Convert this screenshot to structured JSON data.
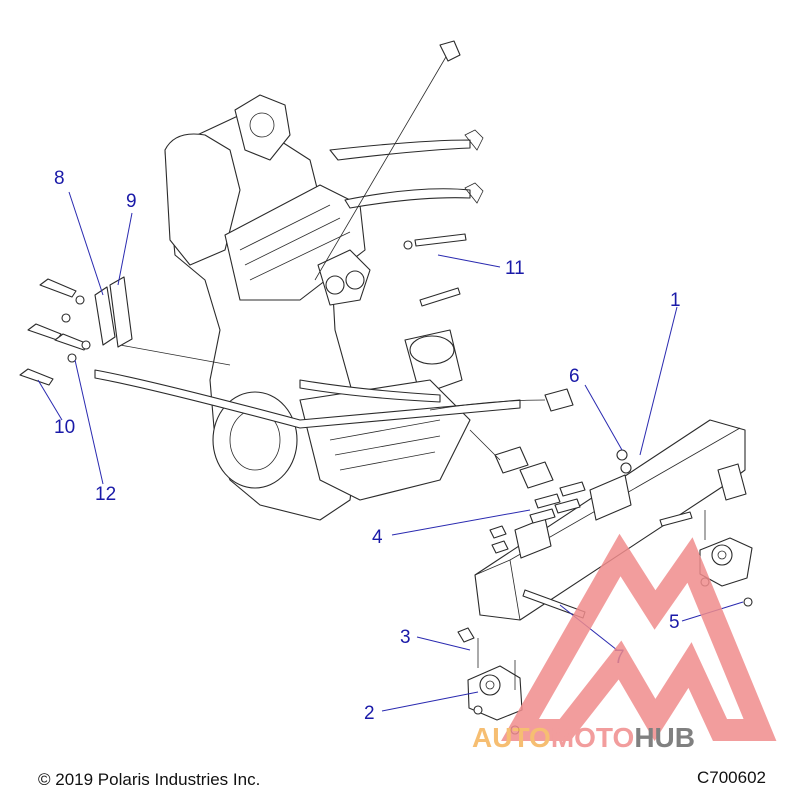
{
  "diagram": {
    "callouts": [
      "1",
      "2",
      "3",
      "4",
      "5",
      "6",
      "7",
      "8",
      "9",
      "10",
      "11",
      "12"
    ]
  },
  "footer": {
    "copyright": "© 2019 Polaris Industries Inc.",
    "figure_code": "C700602"
  },
  "watermark": {
    "brand": "AUTOMOTOHUB",
    "colors": {
      "accent": "#f08c8c",
      "light": "#f5b35a",
      "dark": "#6b6b6b"
    }
  },
  "colors": {
    "callout": "#1a1aa8",
    "line": "#2b2b2b"
  }
}
